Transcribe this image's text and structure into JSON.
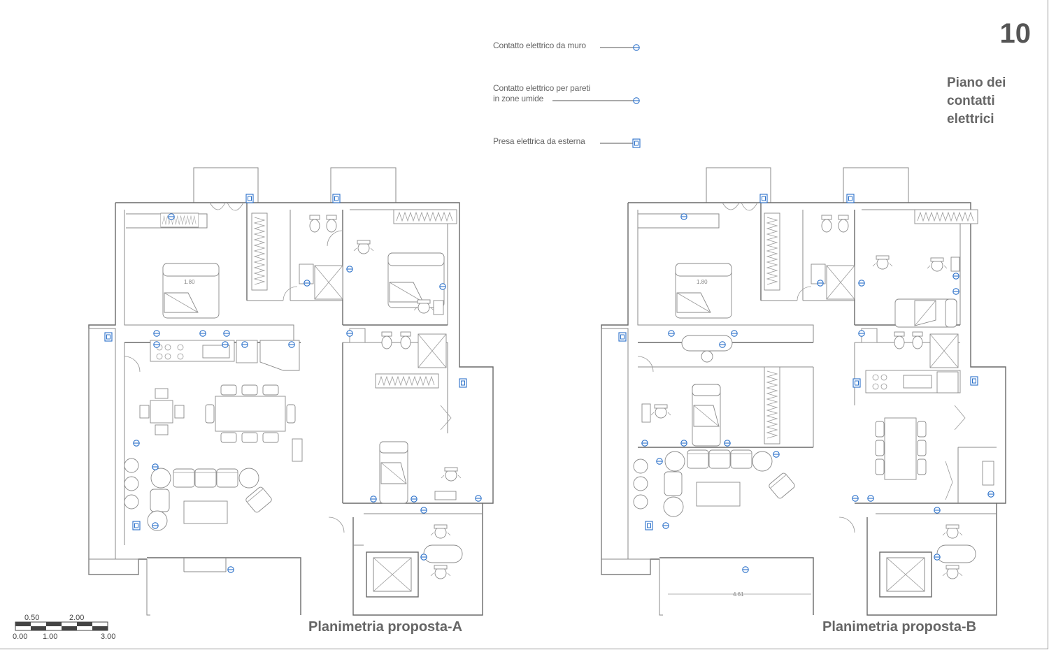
{
  "sheet": {
    "page_number": "10",
    "title_line1": "Piano dei",
    "title_line2": "contatti",
    "title_line3": "elettrici"
  },
  "legend": {
    "items": [
      {
        "label": "Contatto elettrico da muro",
        "symbol": "socket-circle-icon"
      },
      {
        "label_line1": "Contatto elettrico per pareti",
        "label_line2": "in zone umide",
        "symbol": "socket-circle-icon"
      },
      {
        "label": "Presa elettrica da esterna",
        "symbol": "socket-square-icon"
      }
    ]
  },
  "plans": {
    "a_caption": "Planimetria proposta-A",
    "b_caption": "Planimetria proposta-B",
    "a_bed_dimension": "1.80",
    "b_bed_dimension": "1.80",
    "b_dimension_bottom": "4.61"
  },
  "scale_bar": {
    "top_labels": [
      "0.50",
      "2.00"
    ],
    "bottom_labels": [
      "0.00",
      "1.00",
      "3.00"
    ]
  },
  "colors": {
    "symbol_blue": "#2a70c9",
    "wall_gray": "#8a8a8a",
    "text_gray": "#666666"
  }
}
